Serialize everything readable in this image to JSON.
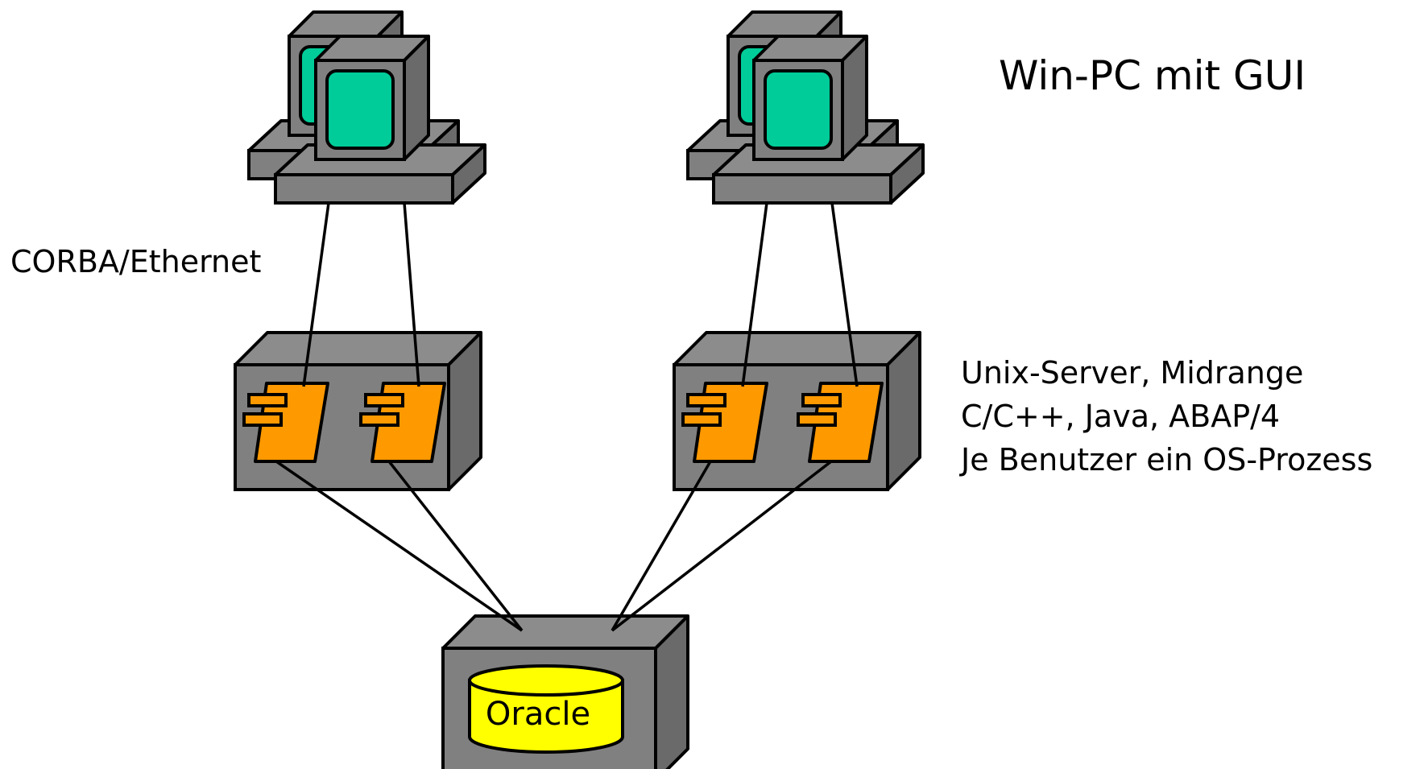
{
  "labels": {
    "win_pc": "Win-PC mit GUI",
    "corba": "CORBA/Ethernet",
    "unix_lines": [
      "Unix-Server, Midrange",
      "C/C++, Java, ABAP/4",
      "Je Benutzer ein OS-Prozess"
    ],
    "database": "Oracle"
  },
  "colors": {
    "box_front": "#808080",
    "box_top": "#8c8c8c",
    "box_side": "#6a6a6a",
    "screen": "#00cc99",
    "component": "#ff9900",
    "database": "#ffff00",
    "stroke": "#000000"
  },
  "icons": {
    "workstation": "computer-terminal-icon",
    "process": "uml-component-icon",
    "database": "database-cylinder-icon"
  }
}
